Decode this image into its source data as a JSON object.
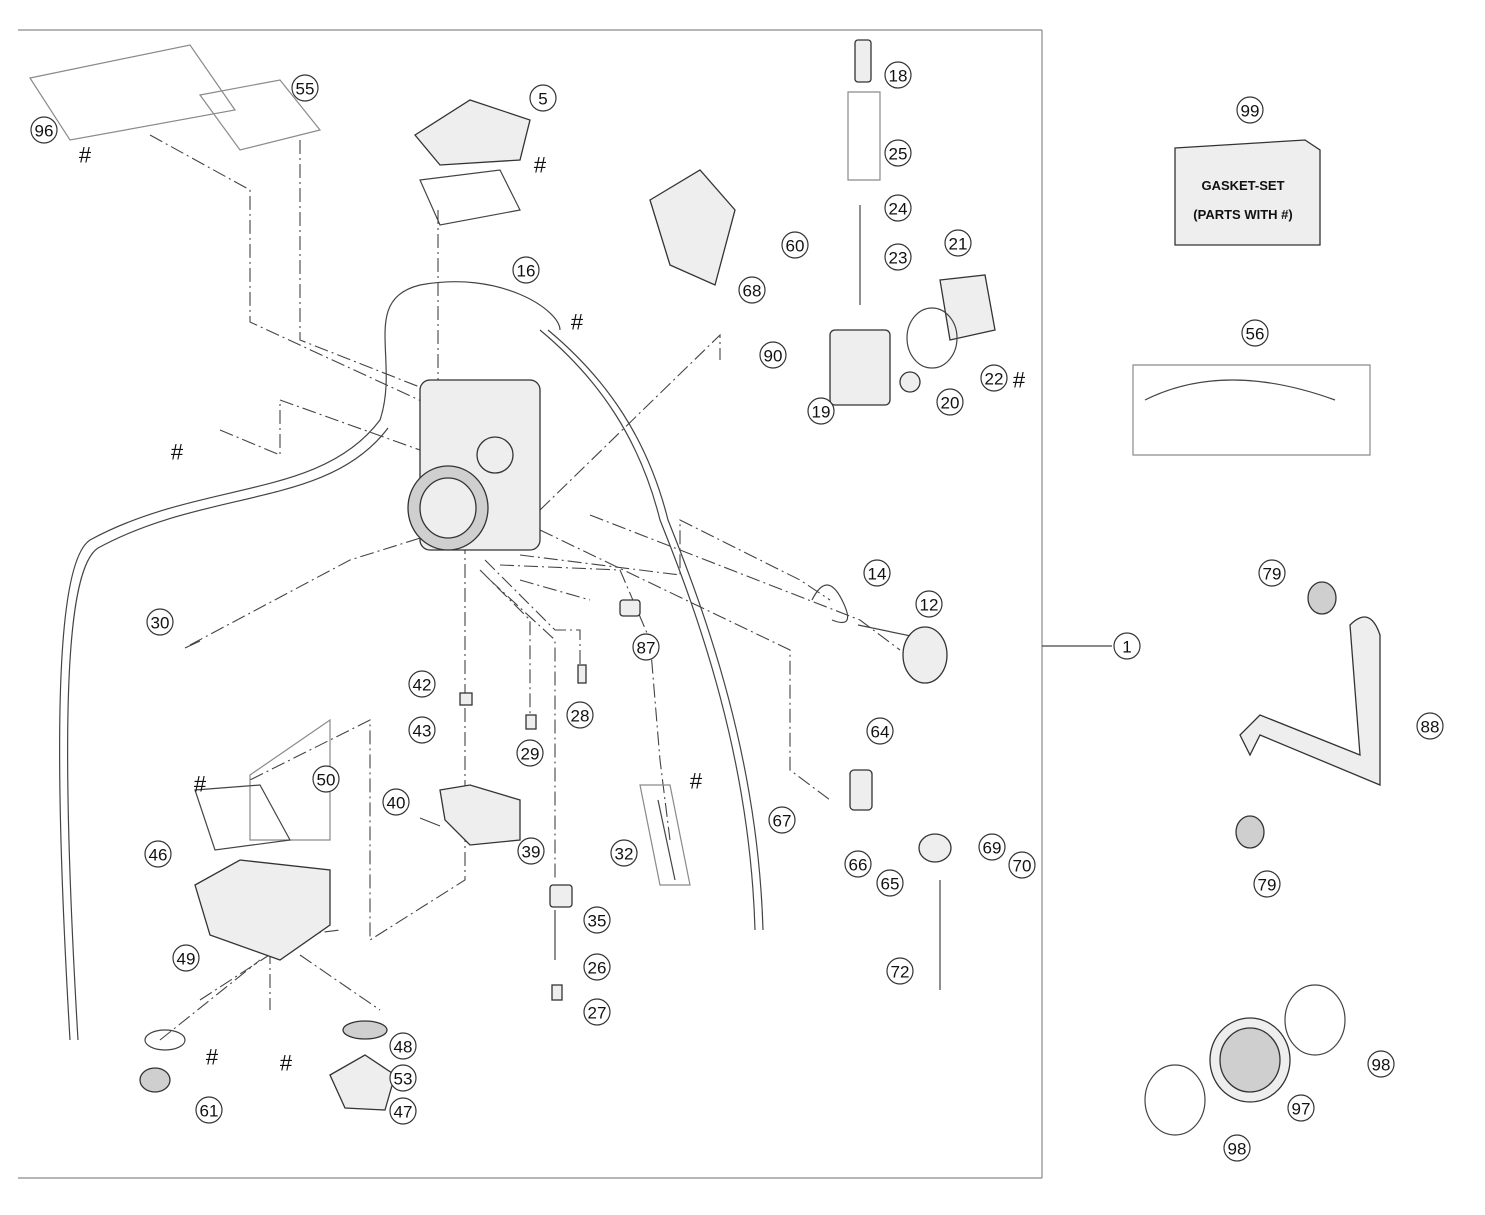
{
  "hash_mark": "#",
  "gasket_set": {
    "title": "GASKET-SET",
    "subtitle": "(PARTS WITH #)"
  },
  "callouts": [
    {
      "id": "96",
      "label": "96"
    },
    {
      "id": "55",
      "label": "55"
    },
    {
      "id": "5",
      "label": "5"
    },
    {
      "id": "18",
      "label": "18"
    },
    {
      "id": "25",
      "label": "25"
    },
    {
      "id": "24",
      "label": "24"
    },
    {
      "id": "23",
      "label": "23"
    },
    {
      "id": "21",
      "label": "21"
    },
    {
      "id": "22",
      "label": "22"
    },
    {
      "id": "20",
      "label": "20"
    },
    {
      "id": "19",
      "label": "19"
    },
    {
      "id": "60",
      "label": "60"
    },
    {
      "id": "68",
      "label": "68"
    },
    {
      "id": "16",
      "label": "16"
    },
    {
      "id": "90",
      "label": "90"
    },
    {
      "id": "99",
      "label": "99"
    },
    {
      "id": "56",
      "label": "56"
    },
    {
      "id": "14",
      "label": "14"
    },
    {
      "id": "12",
      "label": "12"
    },
    {
      "id": "30",
      "label": "30"
    },
    {
      "id": "87",
      "label": "87"
    },
    {
      "id": "1",
      "label": "1"
    },
    {
      "id": "79a",
      "label": "79"
    },
    {
      "id": "88",
      "label": "88"
    },
    {
      "id": "79b",
      "label": "79"
    },
    {
      "id": "42",
      "label": "42"
    },
    {
      "id": "28",
      "label": "28"
    },
    {
      "id": "43",
      "label": "43"
    },
    {
      "id": "29",
      "label": "29"
    },
    {
      "id": "64",
      "label": "64"
    },
    {
      "id": "50",
      "label": "50"
    },
    {
      "id": "40",
      "label": "40"
    },
    {
      "id": "67",
      "label": "67"
    },
    {
      "id": "39",
      "label": "39"
    },
    {
      "id": "32",
      "label": "32"
    },
    {
      "id": "46",
      "label": "46"
    },
    {
      "id": "69",
      "label": "69"
    },
    {
      "id": "66",
      "label": "66"
    },
    {
      "id": "70",
      "label": "70"
    },
    {
      "id": "65",
      "label": "65"
    },
    {
      "id": "35",
      "label": "35"
    },
    {
      "id": "49",
      "label": "49"
    },
    {
      "id": "26",
      "label": "26"
    },
    {
      "id": "72",
      "label": "72"
    },
    {
      "id": "27",
      "label": "27"
    },
    {
      "id": "48",
      "label": "48"
    },
    {
      "id": "53",
      "label": "53"
    },
    {
      "id": "61",
      "label": "61"
    },
    {
      "id": "47",
      "label": "47"
    },
    {
      "id": "98a",
      "label": "98"
    },
    {
      "id": "97",
      "label": "97"
    },
    {
      "id": "98b",
      "label": "98"
    }
  ]
}
